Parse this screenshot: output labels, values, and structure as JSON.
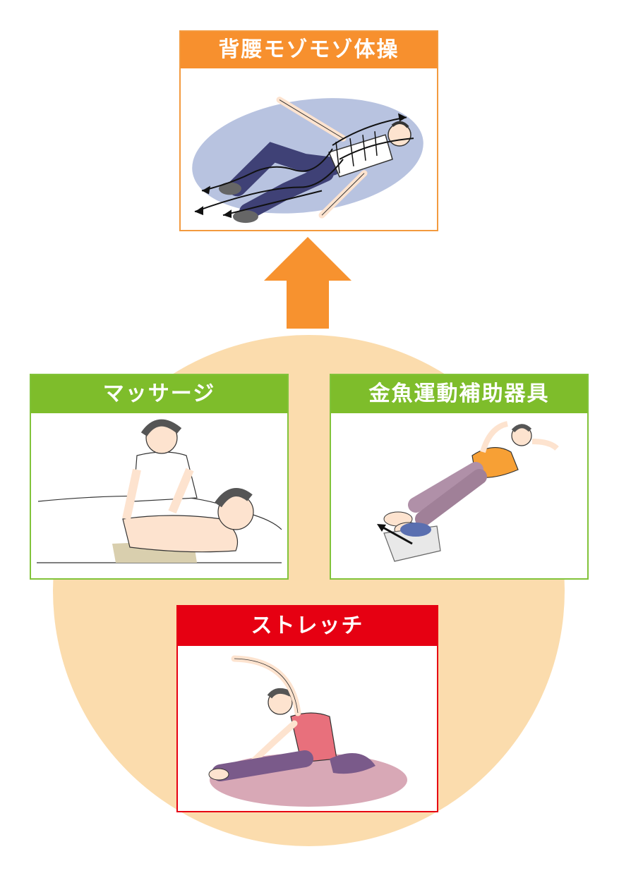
{
  "diagram": {
    "top": {
      "title": "背腰モゾモゾ体操"
    },
    "left": {
      "title": "マッサージ"
    },
    "right": {
      "title": "金魚運動補助器具"
    },
    "bottom": {
      "title": "ストレッチ"
    }
  },
  "colors": {
    "orange_header": "#f7902e",
    "green_header": "#7ebd2b",
    "red_header": "#e60012",
    "circle_bg": "#fbdcad",
    "arrow": "#f7922f"
  }
}
